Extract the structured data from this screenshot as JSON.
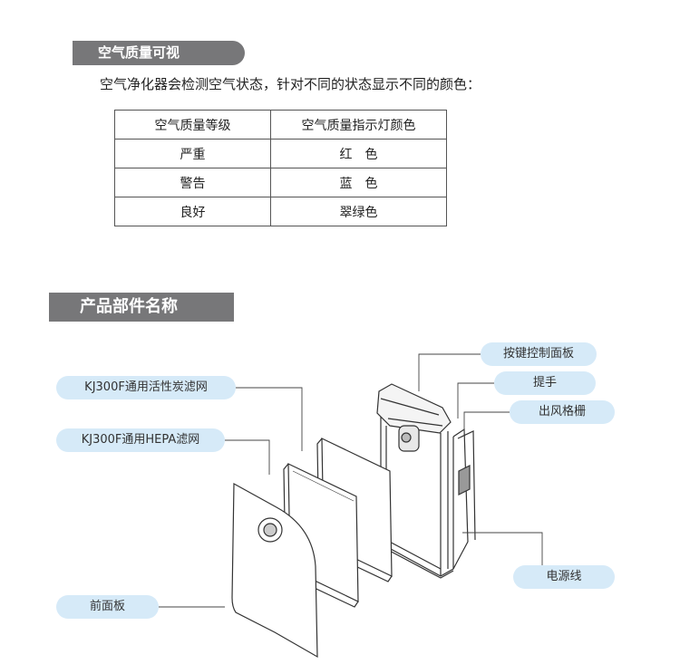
{
  "section1": {
    "title": "空气质量可视",
    "intro": "空气净化器会检测空气状态，针对不同的状态显示不同的颜色："
  },
  "table": {
    "headers": [
      "空气质量等级",
      "空气质量指示灯颜色"
    ],
    "rows": [
      [
        "严重",
        "红　色"
      ],
      [
        "警告",
        "蓝　色"
      ],
      [
        "良好",
        "翠绿色"
      ]
    ]
  },
  "section2": {
    "title": "产品部件名称"
  },
  "labels": {
    "control_panel": "按键控制面板",
    "handle": "提手",
    "outlet_grille": "出风格栅",
    "carbon_filter": "KJ300F通用活性炭滤网",
    "hepa_filter": "KJ300F通用HEPA滤网",
    "power_cord": "电源线",
    "front_panel": "前面板"
  },
  "colors": {
    "header_bg": "#777779",
    "pill_bg": "#d6eaf8"
  }
}
